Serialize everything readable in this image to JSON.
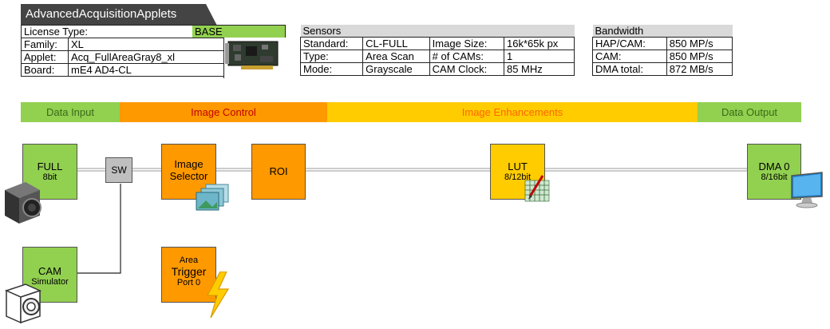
{
  "header": {
    "title": "AdvancedAcquisitionApplets"
  },
  "license": {
    "type_label": "License Type:",
    "type_value": "BASE",
    "family_label": "Family:",
    "family_value": "XL",
    "applet_label": "Applet:",
    "applet_value": "Acq_FullAreaGray8_xl",
    "board_label": "Board:",
    "board_value": "mE4 AD4-CL"
  },
  "sensors": {
    "title": "Sensors",
    "standard_label": "Standard:",
    "standard_value": "CL-FULL",
    "type_label": "Type:",
    "type_value": "Area Scan",
    "mode_label": "Mode:",
    "mode_value": "Grayscale",
    "image_size_label": "Image Size:",
    "image_size_value": "16k*65k px",
    "cams_label": "# of CAMs:",
    "cams_value": "1",
    "clock_label": "CAM Clock:",
    "clock_value": "85 MHz"
  },
  "bandwidth": {
    "title": "Bandwidth",
    "hap_label": "HAP/CAM:",
    "hap_value": "850 MP/s",
    "cam_label": "CAM:",
    "cam_value": "850 MP/s",
    "dma_label": "DMA total:",
    "dma_value": "872 MB/s"
  },
  "categories": {
    "data_input": "Data Input",
    "image_control": "Image Control",
    "image_enhancements": "Image Enhancements",
    "data_output": "Data Output"
  },
  "blocks": {
    "full_main": "FULL",
    "full_sub": "8bit",
    "sw": "SW",
    "selector_main_1": "Image",
    "selector_main_2": "Selector",
    "roi": "ROI",
    "lut_main": "LUT",
    "lut_sub": "8/12bit",
    "dma_main": "DMA 0",
    "dma_sub": "8/16bit",
    "cam_main": "CAM",
    "cam_sub": "Simulator",
    "trigger_1": "Area",
    "trigger_2": "Trigger",
    "trigger_3": "Port 0"
  },
  "colors": {
    "green": "#92d050",
    "orange": "#ff9900",
    "yellow": "#ffcc00",
    "gray": "#bfbfbf"
  },
  "icons": [
    "camera-icon",
    "image-stack-icon",
    "lut-grid-icon",
    "monitor-icon",
    "camera-simulator-icon",
    "lightning-icon",
    "board-image"
  ]
}
